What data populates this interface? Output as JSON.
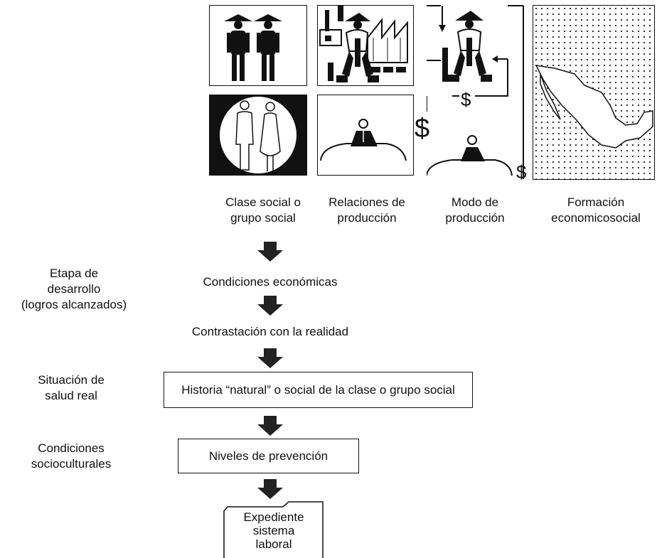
{
  "panels": {
    "clase_label": "Clase social o\ngrupo social",
    "relaciones_label": "Relaciones de\nproducción",
    "modo_label": "Modo de\nproducción",
    "formacion_label": "Formación\neconomicosocial",
    "dollar_symbol": "$"
  },
  "flow": {
    "condiciones_economicas": "Condiciones económicas",
    "contrastacion": "Contrastación con la realidad",
    "historia": "Historia “natural” o social de la clase o grupo social",
    "niveles": "Niveles de prevención",
    "expediente": "Expediente\nsistema\nlaboral"
  },
  "side": {
    "etapa": "Etapa de\ndesarrollo\n(logros alcanzados)",
    "situacion": "Situación de\nsalud real",
    "condiciones": "Condiciones\nsocioculturales"
  }
}
